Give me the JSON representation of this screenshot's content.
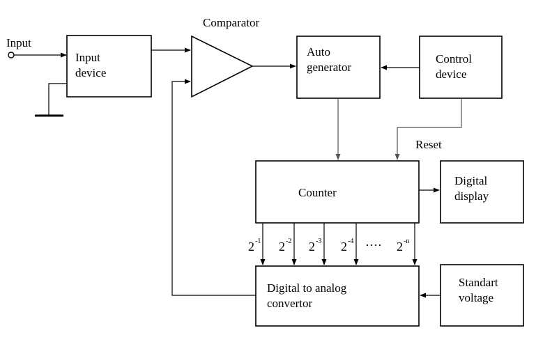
{
  "labels": {
    "input": "Input",
    "input_device": [
      "Input",
      "device"
    ],
    "comparator": "Comparator",
    "auto_generator": [
      "Auto",
      "generator"
    ],
    "control_device": [
      "Control",
      "device"
    ],
    "reset": "Reset",
    "counter": "Counter",
    "digital_display": [
      "Digital",
      "display"
    ],
    "dac": [
      "Digital to analog",
      "convertor"
    ],
    "standart_voltage": [
      "Standart",
      "voltage"
    ],
    "bit_base": "2",
    "bit_exponents": [
      "-1",
      "-2",
      "-3",
      "-4",
      "-n"
    ],
    "ellipsis": "····"
  }
}
